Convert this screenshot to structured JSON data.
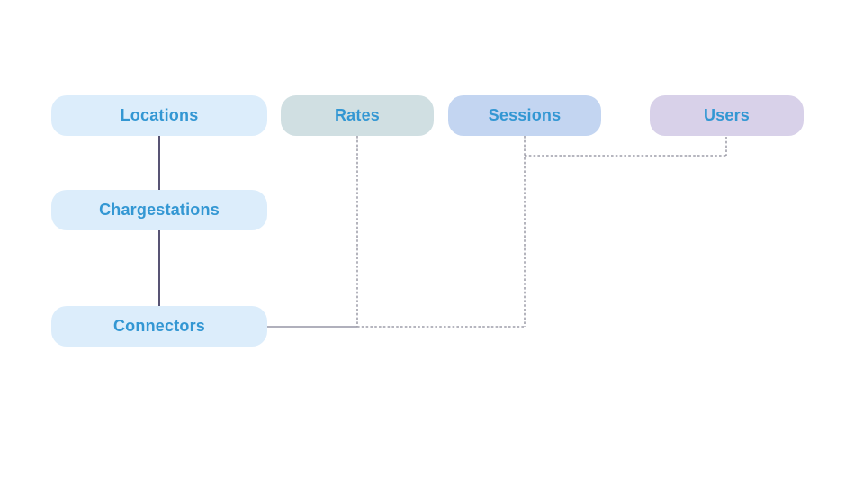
{
  "diagram": {
    "nodes": [
      {
        "id": "locations",
        "label": "Locations",
        "fill": "#dcedfb",
        "text_color": "#3397d3"
      },
      {
        "id": "rates",
        "label": "Rates",
        "fill": "#d0dfe2",
        "text_color": "#3397d3"
      },
      {
        "id": "sessions",
        "label": "Sessions",
        "fill": "#c3d5f1",
        "text_color": "#3397d3"
      },
      {
        "id": "users",
        "label": "Users",
        "fill": "#d8d1e9",
        "text_color": "#3397d3"
      },
      {
        "id": "chargestations",
        "label": "Chargestations",
        "fill": "#dcedfb",
        "text_color": "#3397d3"
      },
      {
        "id": "connectors",
        "label": "Connectors",
        "fill": "#dcedfb",
        "text_color": "#3397d3"
      }
    ],
    "edges": [
      {
        "from": "locations",
        "to": "chargestations",
        "style": "solid",
        "color": "#2e2a52"
      },
      {
        "from": "chargestations",
        "to": "connectors",
        "style": "solid",
        "color": "#2e2a52"
      },
      {
        "from": "connectors",
        "to": "rates",
        "style": "solid-then-dashed",
        "color": "#8b8b99"
      },
      {
        "from": "connectors",
        "to": "sessions",
        "style": "dashed",
        "color": "#8b8b99"
      },
      {
        "from": "sessions",
        "to": "users",
        "style": "dashed",
        "color": "#8b8b99"
      }
    ],
    "line_colors": {
      "solid_vertical": "#2e2a52",
      "solid_horizontal": "#9595a6",
      "dashed": "#8b8b99"
    }
  }
}
